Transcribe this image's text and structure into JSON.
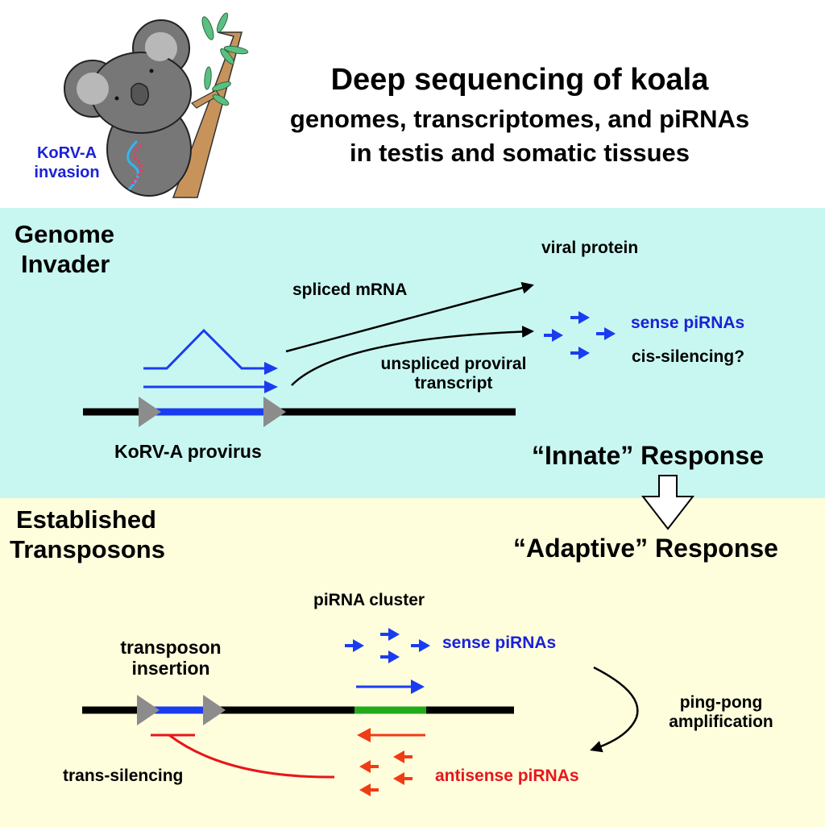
{
  "header": {
    "title_line1": "Deep sequencing of koala",
    "title_line2": "genomes, transcriptomes, and piRNAs",
    "title_line3": "in testis and somatic tissues",
    "badge_line1": "KoRV-A",
    "badge_line2": "invasion",
    "illustration": "koala-on-eucalyptus-branch-with-dna"
  },
  "innate_panel": {
    "section_title_line1": "Genome",
    "section_title_line2": "Invader",
    "spliced_label": "spliced mRNA",
    "viral_protein_label": "viral protein",
    "unspliced_line1": "unspliced proviral",
    "unspliced_line2": "transcript",
    "sense_pirnas_label": "sense piRNAs",
    "cis_silencing_label": "cis-silencing?",
    "provirus_label": "KoRV-A provirus",
    "response_label": "“Innate” Response"
  },
  "adaptive_panel": {
    "response_label": "“Adaptive” Response",
    "section_title_line1": "Established",
    "section_title_line2": "Transposons",
    "cluster_label": "piRNA cluster",
    "sense_pirnas_label": "sense piRNAs",
    "insertion_line1": "transposon",
    "insertion_line2": "insertion",
    "pingpong_line1": "ping-pong",
    "pingpong_line2": "amplification",
    "trans_silencing_label": "trans-silencing",
    "antisense_pirnas_label": "antisense piRNAs"
  },
  "colors": {
    "innate_bg": "#c8f7f1",
    "adaptive_bg": "#fefedd",
    "sense_blue": "#1a3cf0",
    "antisense_red": "#e8161a",
    "cluster_green": "#22aa1a",
    "ltr_gray": "#8c8c8c"
  }
}
